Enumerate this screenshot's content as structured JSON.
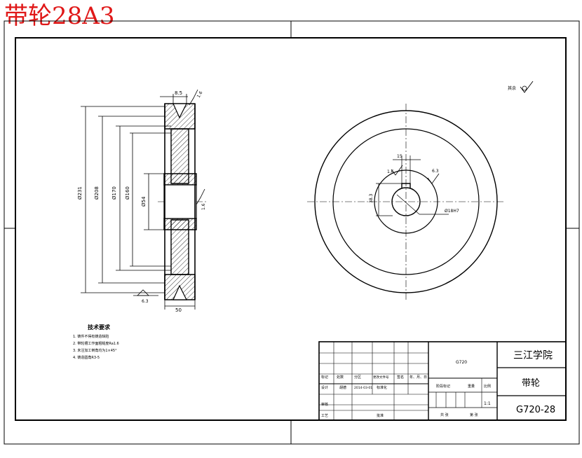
{
  "header": {
    "title": "带轮28A3",
    "title_color": "#e01818"
  },
  "section_view": {
    "dim_top": "8.5",
    "dim_left_outer": "Ø231",
    "dim_left_2": "Ø208",
    "dim_left_3": "Ø170",
    "dim_left_4": "Ø160",
    "dim_bore": "Ø54",
    "dim_width": "50",
    "roughness_top": "1.6",
    "roughness_hub": "1.6",
    "roughness_bottom": "6.3"
  },
  "end_view": {
    "dim_key_width": "15",
    "dim_key_depth": "38.3",
    "dim_bore": "Ø18H7",
    "roughness_left": "1.6",
    "roughness_right": "6.3"
  },
  "surface_note": {
    "label": "其余"
  },
  "tech_requirements": {
    "heading": "技术要求",
    "items": [
      "1. 铸件不得有铸造缺陷",
      "2. 带轮槽工作面粗糙度Ra1.6",
      "3. 未注加工倒角均为1×45°",
      "4. 铸造圆角R3-5"
    ]
  },
  "title_block": {
    "drawing_no_center": "G720",
    "school": "三江学院",
    "part_name": "带轮",
    "scale": "1:1",
    "drawing_code": "G720-28",
    "row_labels": {
      "mark": "标记",
      "count": "处数",
      "zone": "分区",
      "change_doc": "更改文件号",
      "sign": "签名",
      "date": "年、月、日"
    },
    "design_label": "设计",
    "designer": "胡德",
    "design_date": "2014-03-01",
    "std_label": "标准化",
    "review_label": "审核",
    "process_label": "工艺",
    "approve_label": "批准",
    "stage_label": "阶段标记",
    "weight_label": "重量",
    "ratio_label": "比例",
    "total_label": "共 张",
    "sheet_label": "第 张"
  }
}
